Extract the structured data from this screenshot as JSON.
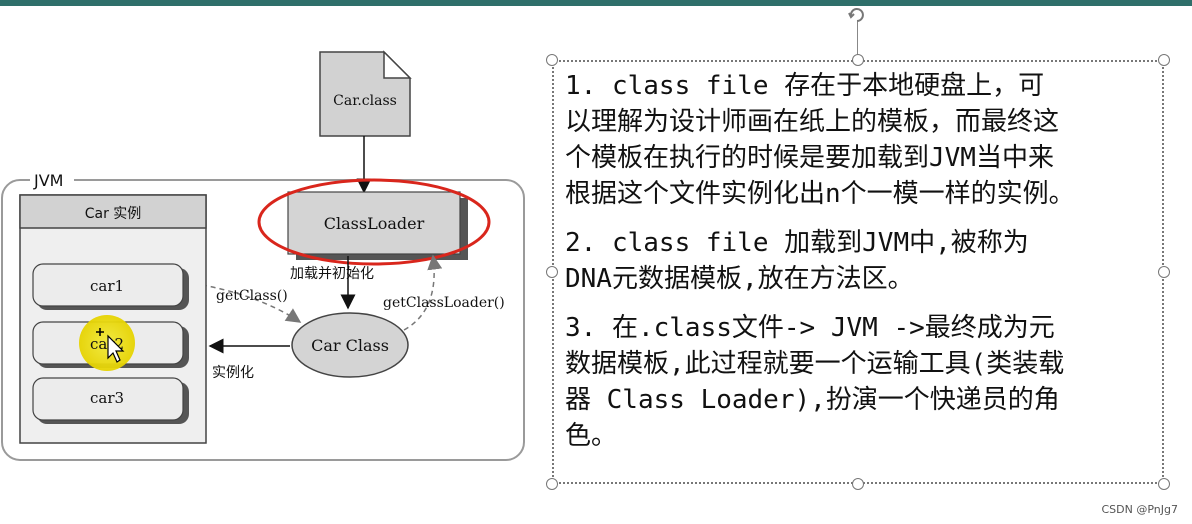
{
  "diagram": {
    "file_label": "Car.class",
    "classloader_label": "ClassLoader",
    "jvm_label": "JVM",
    "instances_header": "Car 实例",
    "instances": [
      "car1",
      "car2",
      "car3"
    ],
    "carclass_label": "Car Class",
    "load_init_label": "加载并初始化",
    "getclass_label": "getClass()",
    "getclassloader_label": "getClassLoader()",
    "instantiate_label": "实例化",
    "highlight_color": "#d9261c"
  },
  "notes": {
    "paragraphs": [
      [
        "1. class file 存在于本地硬盘上，可",
        "以理解为设计师画在纸上的模板，而最终这",
        "个模板在执行的时候是要加载到JVM当中来",
        "根据这个文件实例化出n个一模一样的实例。"
      ],
      [
        "2. class file 加载到JVM中,被称为",
        "DNA元数据模板,放在方法区。"
      ],
      [
        "3. 在.class文件-> JVM ->最终成为元",
        "数据模板,此过程就要一个运输工具(类装载",
        "器 Class Loader),扮演一个快递员的角",
        "色。"
      ]
    ]
  },
  "watermark": "CSDN @PnJg7"
}
